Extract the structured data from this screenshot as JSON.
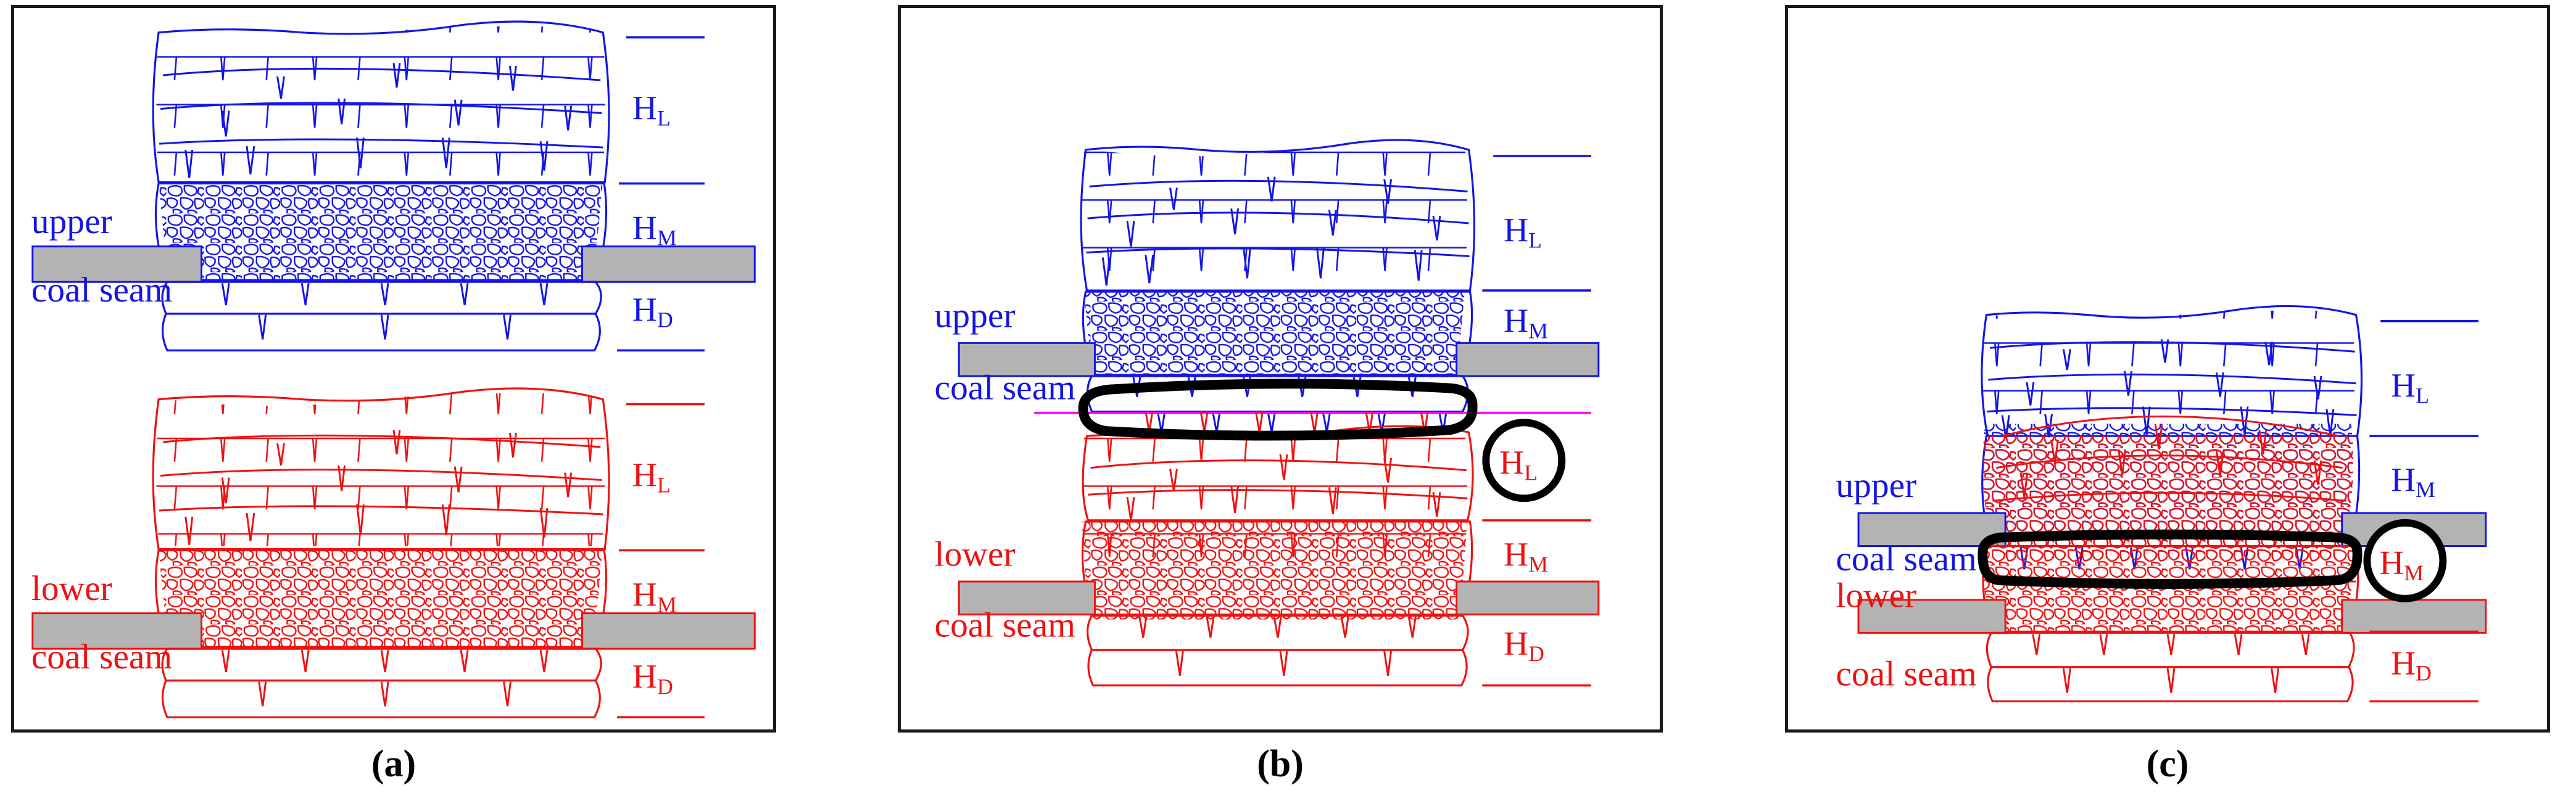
{
  "figure": {
    "type": "geological-diagram",
    "description": "Overburden failure zones for upper and lower coal seam mining",
    "colors": {
      "upper_seam": "#1414e6",
      "lower_seam": "#ee1111",
      "goaf_fill": "#b3b3b3",
      "highlight_outline": "#000000",
      "seam_boundary_line": "#ff00ff",
      "panel_border": "#1a1a1a"
    },
    "panels": [
      {
        "id": "a",
        "caption": "(a)",
        "labels": {
          "upper": "upper",
          "upper_seam": "coal seam",
          "lower": "lower",
          "lower_seam": "coal seam"
        },
        "zones_upper": [
          "Hₗ",
          "Hₘ",
          "Hₔ"
        ],
        "zones_upper_parts": [
          {
            "letter": "H",
            "sub": "L"
          },
          {
            "letter": "H",
            "sub": "M"
          },
          {
            "letter": "H",
            "sub": "D"
          }
        ],
        "zones_lower_parts": [
          {
            "letter": "H",
            "sub": "L"
          },
          {
            "letter": "H",
            "sub": "M"
          },
          {
            "letter": "H",
            "sub": "D"
          }
        ],
        "highlight": null
      },
      {
        "id": "b",
        "caption": "(b)",
        "labels": {
          "upper": "upper",
          "upper_seam": "coal seam",
          "lower": "lower",
          "lower_seam": "coal seam"
        },
        "zones_upper_parts": [
          {
            "letter": "H",
            "sub": "L"
          },
          {
            "letter": "H",
            "sub": "M"
          }
        ],
        "zones_lower_parts": [
          {
            "letter": "H",
            "sub": "M"
          },
          {
            "letter": "H",
            "sub": "D"
          }
        ],
        "highlight": {
          "letter": "H",
          "sub": "L",
          "color": "#ee1111",
          "shape": "circle"
        }
      },
      {
        "id": "c",
        "caption": "(c)",
        "labels": {
          "upper": "upper",
          "upper_seam": "coal seam",
          "lower": "lower",
          "lower_seam": "coal seam"
        },
        "zones_upper_parts": [
          {
            "letter": "H",
            "sub": "L"
          },
          {
            "letter": "H",
            "sub": "M"
          }
        ],
        "zones_lower_parts": [
          {
            "letter": "H",
            "sub": "D"
          }
        ],
        "highlight": {
          "letter": "H",
          "sub": "M",
          "color": "#ee1111",
          "shape": "circle"
        }
      }
    ]
  }
}
